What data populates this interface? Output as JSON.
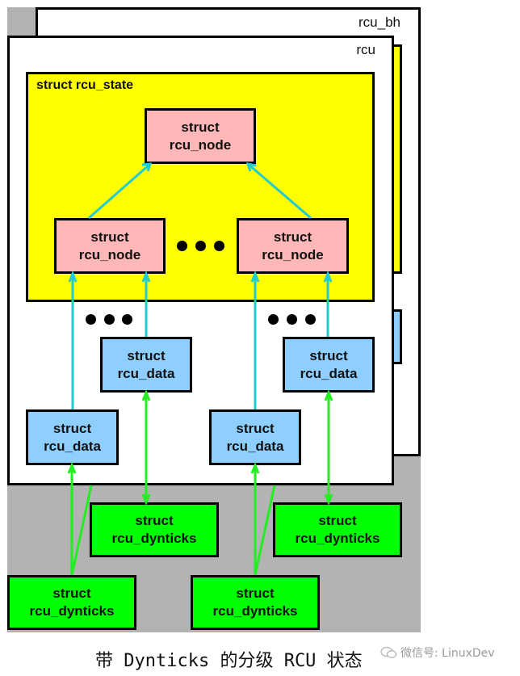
{
  "diagram": {
    "outer_flavors": [
      {
        "id": "rcu_bh",
        "label": "rcu_bh"
      },
      {
        "id": "rcu",
        "label": "rcu"
      }
    ],
    "state": {
      "title": "struct rcu_state"
    },
    "nodes": {
      "root": {
        "line1": "struct",
        "line2": "rcu_node"
      },
      "left": {
        "line1": "struct",
        "line2": "rcu_node"
      },
      "right": {
        "line1": "struct",
        "line2": "rcu_node"
      }
    },
    "data": {
      "left_upper": {
        "line1": "struct",
        "line2": "rcu_data"
      },
      "left_lower": {
        "line1": "struct",
        "line2": "rcu_data"
      },
      "right_upper": {
        "line1": "struct",
        "line2": "rcu_data"
      },
      "right_lower": {
        "line1": "struct",
        "line2": "rcu_data"
      }
    },
    "dynticks": {
      "left_upper": {
        "line1": "struct",
        "line2": "rcu_dynticks"
      },
      "left_lower": {
        "line1": "struct",
        "line2": "rcu_dynticks"
      },
      "right_upper": {
        "line1": "struct",
        "line2": "rcu_dynticks"
      },
      "right_lower": {
        "line1": "struct",
        "line2": "rcu_dynticks"
      }
    },
    "ellipsis_markers": [
      "between-nodes",
      "left-data-group",
      "right-data-group"
    ],
    "colors": {
      "state_fill": "#ffff00",
      "node_fill": "#ffb8b8",
      "data_fill": "#8fcfff",
      "dynticks_fill": "#00ff00",
      "background_gray": "#b3b3b3",
      "node_link_color": "#22cccc",
      "dynticks_link_color": "#22ee22"
    }
  },
  "caption": {
    "text": "带 Dynticks 的分级 RCU 状态"
  },
  "watermark": {
    "icon": "wechat-icon",
    "text": "微信号: LinuxDev"
  }
}
